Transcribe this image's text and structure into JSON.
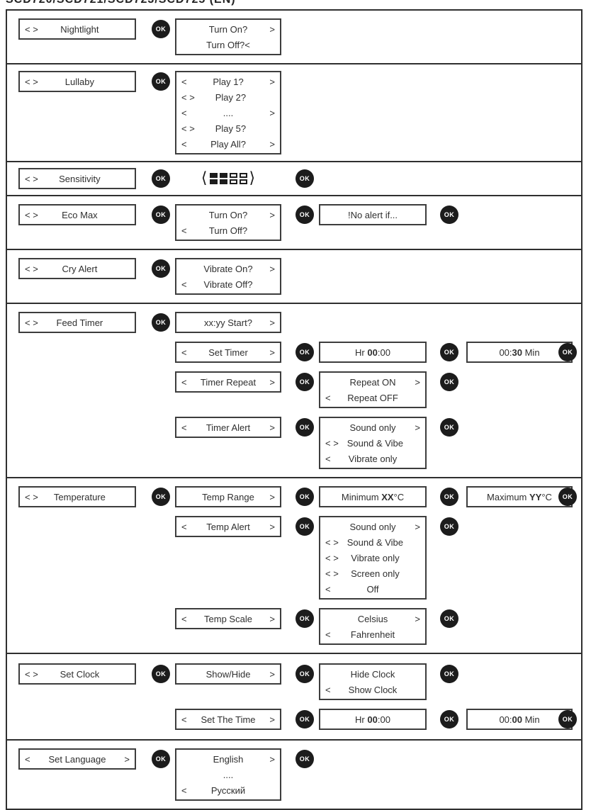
{
  "title": "SCD720/SCD721/SCD723/SCD725 (EN)",
  "ok_label": "OK",
  "colors": {
    "line": "#2f2f2f",
    "box_border": "#3d3d3d",
    "ok_bg": "#1c1c1c",
    "text": "#2f2f2f"
  },
  "meter": {
    "segments_total": 4,
    "segments_filled": 2,
    "meaning": "sensitivity-level"
  },
  "sections": [
    {
      "id": "nightlight",
      "rows": [
        {
          "cells": [
            {
              "kind": "box",
              "slot": "menu",
              "name": "menu-box-nightlight",
              "lines": [
                {
                  "l": "< >",
                  "c": "Nightlight"
                }
              ]
            },
            {
              "kind": "ok",
              "slot": "ok1"
            },
            {
              "kind": "box",
              "slot": "s2",
              "name": "screen-nightlight-on-off",
              "lines": [
                {
                  "c": "Turn On?",
                  "r": ">"
                },
                {
                  "c": "Turn Off?<"
                }
              ]
            }
          ]
        }
      ]
    },
    {
      "id": "lullaby",
      "rows": [
        {
          "cells": [
            {
              "kind": "box",
              "slot": "menu",
              "name": "menu-box-lullaby",
              "lines": [
                {
                  "l": "< >",
                  "c": "Lullaby"
                }
              ]
            },
            {
              "kind": "ok",
              "slot": "ok1"
            },
            {
              "kind": "box",
              "slot": "s2",
              "name": "screen-lullaby-play-list",
              "lines": [
                {
                  "l": "<",
                  "c": "Play 1?",
                  "r": ">"
                },
                {
                  "l": "< >",
                  "c": "Play 2?"
                },
                {
                  "l": "<",
                  "c": "....",
                  "r": ">"
                },
                {
                  "l": "< >",
                  "c": "Play 5?"
                },
                {
                  "l": "<",
                  "c": "Play All?",
                  "r": ">"
                }
              ]
            }
          ]
        }
      ]
    },
    {
      "id": "sensitivity",
      "rows": [
        {
          "cells": [
            {
              "kind": "box",
              "slot": "menu",
              "name": "menu-box-sensitivity",
              "lines": [
                {
                  "l": "< >",
                  "c": "Sensitivity"
                }
              ]
            },
            {
              "kind": "ok",
              "slot": "ok1"
            },
            {
              "kind": "meter",
              "slot": "meter",
              "name": "sensitivity-level-meter"
            },
            {
              "kind": "ok",
              "slot": "ok2"
            }
          ]
        }
      ]
    },
    {
      "id": "eco-max",
      "rows": [
        {
          "cells": [
            {
              "kind": "box",
              "slot": "menu",
              "name": "menu-box-eco-max",
              "lines": [
                {
                  "l": "< >",
                  "c": "Eco Max"
                }
              ]
            },
            {
              "kind": "ok",
              "slot": "ok1"
            },
            {
              "kind": "box",
              "slot": "s2",
              "name": "screen-eco-max-on-off",
              "lines": [
                {
                  "c": "Turn On?",
                  "r": ">"
                },
                {
                  "l": "<",
                  "c": "Turn Off?"
                }
              ]
            },
            {
              "kind": "ok",
              "slot": "ok2"
            },
            {
              "kind": "box",
              "slot": "s3",
              "name": "screen-eco-max-no-alert",
              "lines": [
                {
                  "c": "!No alert if..."
                }
              ]
            },
            {
              "kind": "ok",
              "slot": "ok3"
            }
          ]
        }
      ]
    },
    {
      "id": "cry-alert",
      "rows": [
        {
          "cells": [
            {
              "kind": "box",
              "slot": "menu",
              "name": "menu-box-cry-alert",
              "lines": [
                {
                  "l": "< >",
                  "c": "Cry Alert"
                }
              ]
            },
            {
              "kind": "ok",
              "slot": "ok1"
            },
            {
              "kind": "box",
              "slot": "s2",
              "name": "screen-cry-alert-vibrate",
              "lines": [
                {
                  "c": "Vibrate On?",
                  "r": ">"
                },
                {
                  "l": "<",
                  "c": "Vibrate Off?"
                }
              ]
            }
          ]
        }
      ]
    },
    {
      "id": "feed-timer",
      "rows": [
        {
          "cells": [
            {
              "kind": "box",
              "slot": "menu",
              "name": "menu-box-feed-timer",
              "lines": [
                {
                  "l": "< >",
                  "c": "Feed Timer"
                }
              ]
            },
            {
              "kind": "ok",
              "slot": "ok1"
            },
            {
              "kind": "box",
              "slot": "s2",
              "name": "screen-feed-timer-start",
              "lines": [
                {
                  "c": "xx:yy Start?",
                  "r": ">"
                }
              ]
            }
          ]
        },
        {
          "cells": [
            {
              "kind": "box",
              "slot": "s2",
              "name": "screen-set-timer",
              "lines": [
                {
                  "l": "<",
                  "c": "Set Timer",
                  "r": ">"
                }
              ]
            },
            {
              "kind": "ok",
              "slot": "ok2"
            },
            {
              "kind": "box",
              "slot": "s3",
              "name": "screen-timer-hours",
              "lines": [
                {
                  "c": "Hr **00**:00"
                }
              ]
            },
            {
              "kind": "ok",
              "slot": "ok3"
            },
            {
              "kind": "box",
              "slot": "s4",
              "name": "screen-timer-minutes",
              "lines": [
                {
                  "c": "00:**30** Min"
                }
              ]
            },
            {
              "kind": "ok",
              "slot": "ok4"
            }
          ]
        },
        {
          "cells": [
            {
              "kind": "box",
              "slot": "s2",
              "name": "screen-timer-repeat-menu",
              "lines": [
                {
                  "l": "<",
                  "c": "Timer Repeat",
                  "r": ">"
                }
              ]
            },
            {
              "kind": "ok",
              "slot": "ok2"
            },
            {
              "kind": "box",
              "slot": "s3",
              "name": "screen-timer-repeat-on-off",
              "lines": [
                {
                  "c": "Repeat ON",
                  "r": ">"
                },
                {
                  "l": "<",
                  "c": "Repeat OFF"
                }
              ]
            },
            {
              "kind": "ok",
              "slot": "ok3"
            }
          ]
        },
        {
          "cells": [
            {
              "kind": "box",
              "slot": "s2",
              "name": "screen-timer-alert-menu",
              "lines": [
                {
                  "l": "<",
                  "c": "Timer Alert",
                  "r": ">"
                }
              ]
            },
            {
              "kind": "ok",
              "slot": "ok2"
            },
            {
              "kind": "box",
              "slot": "s3",
              "name": "screen-timer-alert-options",
              "lines": [
                {
                  "c": "Sound only",
                  "r": ">"
                },
                {
                  "l": "< >",
                  "c": "Sound & Vibe"
                },
                {
                  "l": "<",
                  "c": "Vibrate only"
                }
              ]
            },
            {
              "kind": "ok",
              "slot": "ok3"
            }
          ]
        }
      ]
    },
    {
      "id": "temperature",
      "rows": [
        {
          "cells": [
            {
              "kind": "box",
              "slot": "menu",
              "name": "menu-box-temperature",
              "lines": [
                {
                  "l": "< >",
                  "c": "Temperature"
                }
              ]
            },
            {
              "kind": "ok",
              "slot": "ok1"
            },
            {
              "kind": "box",
              "slot": "s2",
              "name": "screen-temp-range-menu",
              "lines": [
                {
                  "c": "Temp Range",
                  "r": ">"
                }
              ]
            },
            {
              "kind": "ok",
              "slot": "ok2"
            },
            {
              "kind": "box",
              "slot": "s3",
              "name": "screen-temp-minimum",
              "lines": [
                {
                  "c": "Minimum **XX**°C"
                }
              ]
            },
            {
              "kind": "ok",
              "slot": "ok3"
            },
            {
              "kind": "box",
              "slot": "s4",
              "name": "screen-temp-maximum",
              "lines": [
                {
                  "c": "Maximum **YY**°C"
                }
              ]
            },
            {
              "kind": "ok",
              "slot": "ok4"
            }
          ]
        },
        {
          "cells": [
            {
              "kind": "box",
              "slot": "s2",
              "name": "screen-temp-alert-menu",
              "lines": [
                {
                  "l": "<",
                  "c": "Temp Alert",
                  "r": ">"
                }
              ]
            },
            {
              "kind": "ok",
              "slot": "ok2"
            },
            {
              "kind": "box",
              "slot": "s3",
              "name": "screen-temp-alert-options",
              "lines": [
                {
                  "c": "Sound only",
                  "r": ">"
                },
                {
                  "l": "< >",
                  "c": "Sound & Vibe"
                },
                {
                  "l": "< >",
                  "c": "Vibrate only"
                },
                {
                  "l": "< >",
                  "c": "Screen only"
                },
                {
                  "l": "<",
                  "c": "Off"
                }
              ]
            },
            {
              "kind": "ok",
              "slot": "ok3"
            }
          ]
        },
        {
          "cells": [
            {
              "kind": "box",
              "slot": "s2",
              "name": "screen-temp-scale-menu",
              "lines": [
                {
                  "l": "<",
                  "c": "Temp Scale",
                  "r": ">"
                }
              ]
            },
            {
              "kind": "ok",
              "slot": "ok2"
            },
            {
              "kind": "box",
              "slot": "s3",
              "name": "screen-temp-scale-options",
              "lines": [
                {
                  "c": "Celsius",
                  "r": ">"
                },
                {
                  "l": "<",
                  "c": "Fahrenheit"
                }
              ]
            },
            {
              "kind": "ok",
              "slot": "ok3"
            }
          ]
        }
      ]
    },
    {
      "id": "set-clock",
      "rows": [
        {
          "cells": [
            {
              "kind": "box",
              "slot": "menu",
              "name": "menu-box-set-clock",
              "lines": [
                {
                  "l": "< >",
                  "c": "Set Clock"
                }
              ]
            },
            {
              "kind": "ok",
              "slot": "ok1"
            },
            {
              "kind": "box",
              "slot": "s2",
              "name": "screen-show-hide-menu",
              "lines": [
                {
                  "c": "Show/Hide",
                  "r": ">"
                }
              ]
            },
            {
              "kind": "ok",
              "slot": "ok2"
            },
            {
              "kind": "box",
              "slot": "s3",
              "name": "screen-show-hide-options",
              "lines": [
                {
                  "c": "Hide Clock"
                },
                {
                  "l": "<",
                  "c": "Show Clock"
                }
              ]
            },
            {
              "kind": "ok",
              "slot": "ok3"
            }
          ]
        },
        {
          "cells": [
            {
              "kind": "box",
              "slot": "s2",
              "name": "screen-set-the-time-menu",
              "lines": [
                {
                  "l": "<",
                  "c": "Set The Time",
                  "r": ">"
                }
              ]
            },
            {
              "kind": "ok",
              "slot": "ok2"
            },
            {
              "kind": "box",
              "slot": "s3",
              "name": "screen-clock-hours",
              "lines": [
                {
                  "c": "Hr **00**:00"
                }
              ]
            },
            {
              "kind": "ok",
              "slot": "ok3"
            },
            {
              "kind": "box",
              "slot": "s4",
              "name": "screen-clock-minutes",
              "lines": [
                {
                  "c": "00:**00** Min"
                }
              ]
            },
            {
              "kind": "ok",
              "slot": "ok4"
            }
          ]
        }
      ]
    },
    {
      "id": "set-language",
      "rows": [
        {
          "cells": [
            {
              "kind": "box",
              "slot": "menu",
              "name": "menu-box-set-language",
              "lines": [
                {
                  "l": "<",
                  "c": "Set Language",
                  "r": ">"
                }
              ]
            },
            {
              "kind": "ok",
              "slot": "ok1"
            },
            {
              "kind": "box",
              "slot": "s2",
              "name": "screen-language-options",
              "lines": [
                {
                  "c": "English",
                  "r": ">"
                },
                {
                  "c": "...."
                },
                {
                  "l": "<",
                  "c": "Русский"
                }
              ]
            },
            {
              "kind": "ok",
              "slot": "ok2"
            }
          ]
        }
      ]
    }
  ]
}
